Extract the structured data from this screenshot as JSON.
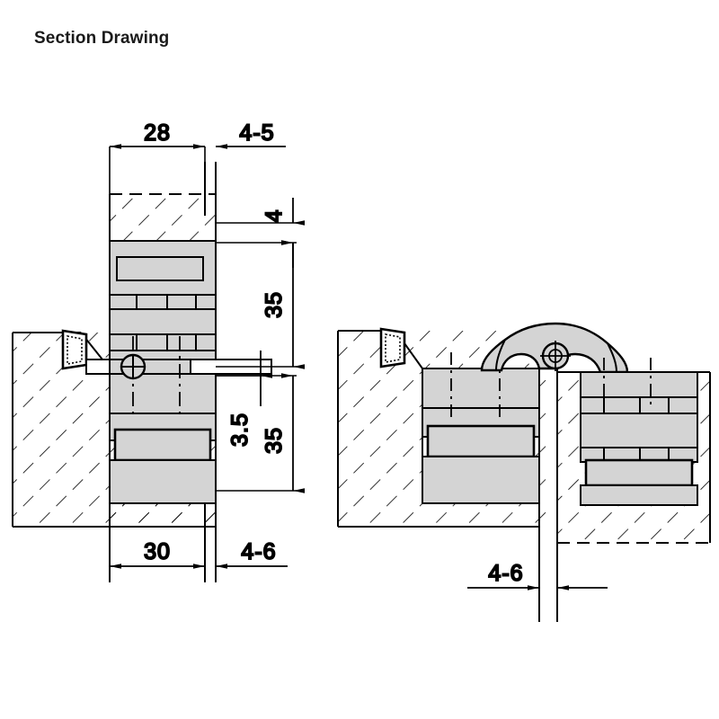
{
  "page": {
    "title": "Section Drawing",
    "background_color": "#ffffff",
    "line_color": "#000000",
    "fill_metal_color": "#d4d4d4",
    "fill_hatch_color": "#ffffff"
  },
  "drawing": {
    "type": "engineering-section-drawing",
    "description": "Two cross-section views of a concealed cabinet hinge: left view shows the hinge closed, right view shows the hinge opened with the pivot knuckle exposed.",
    "views": [
      {
        "name": "closed-position-view",
        "label": "left-section-view"
      },
      {
        "name": "open-position-view",
        "label": "right-section-view"
      }
    ]
  },
  "dimensions": {
    "left_view": {
      "top_width": "28",
      "top_gap": "4-5",
      "right_small": "4",
      "right_upper": "35",
      "right_middle": "3.5",
      "right_lower": "35",
      "bottom_width": "30",
      "bottom_gap": "4-6"
    },
    "right_view": {
      "bottom_gap": "4-6"
    }
  },
  "annotations": {
    "pivot_symbol": "center-mark-circle",
    "gasket_symbol": "hollow-seal-profile"
  }
}
